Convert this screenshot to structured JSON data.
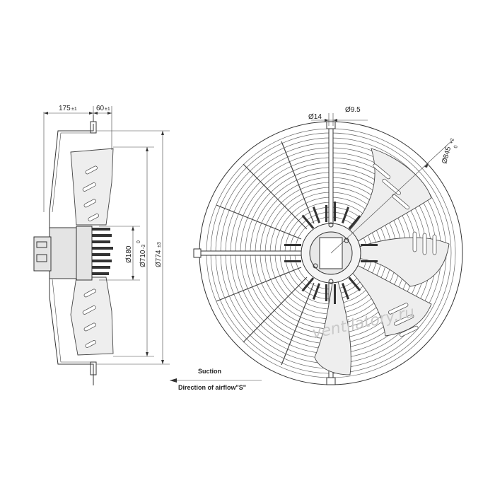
{
  "dimensions": {
    "depth_total": "175",
    "depth_total_tol": "±1",
    "depth_mount": "60",
    "depth_mount_tol": "±1",
    "dia_motor": "Ø180",
    "dia_blade": "Ø710",
    "dia_blade_tol": "-3",
    "dia_blade_tol_upper": "0",
    "dia_guard": "Ø774",
    "dia_guard_tol": "±3",
    "dia_hole": "Ø14",
    "bracket_width": "Ø9.5",
    "dia_mount_circle": "Ø845",
    "dia_mount_circle_tol": "+2",
    "dia_mount_circle_tol_lower": "0"
  },
  "airflow": {
    "label_suction": "Suction",
    "label_direction": "Direction of airflow\"S\""
  },
  "watermark": "ventilatory.ru",
  "colors": {
    "line": "#333333",
    "blade_fill": "#eeeeee",
    "motor_fill": "#e4e4e4",
    "watermark": "#c9c9c9"
  }
}
